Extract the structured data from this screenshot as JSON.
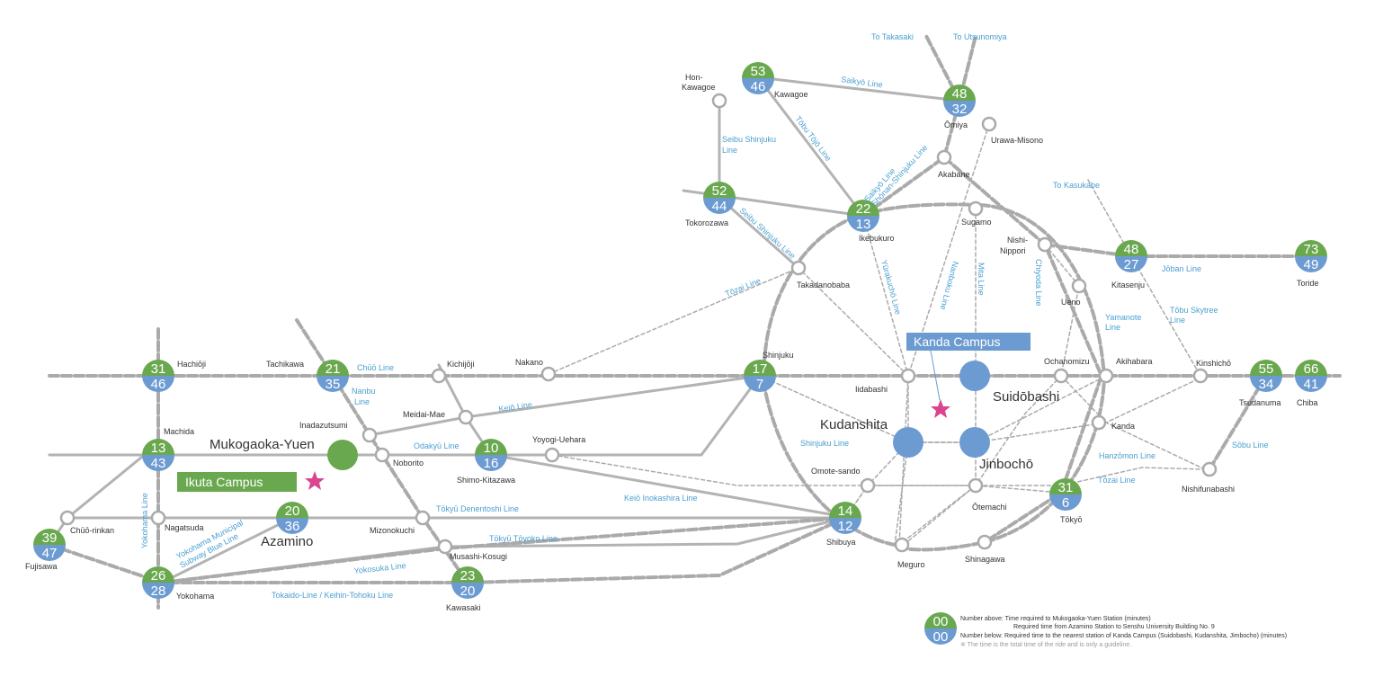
{
  "colors": {
    "green": "#6aa84f",
    "blue": "#6c9bd2",
    "pink": "#d9458f",
    "line": "#b3b3b3",
    "dash": "#aaaaaa",
    "label": "#4a9fd0"
  },
  "campuses": {
    "ikuta": "Ikuta Campus",
    "kanda": "Kanda Campus"
  },
  "major_stations": {
    "mukogaoka": "Mukogaoka-Yuen",
    "azamino": "Azamino",
    "kudanshita": "Kudanshita",
    "jinbocho": "Jinbochō",
    "suidobashi": "Suidōbashi"
  },
  "badges": {
    "kawagoe": {
      "top": "53",
      "bottom": "46",
      "name": "Kawagoe"
    },
    "omiya": {
      "top": "48",
      "bottom": "32",
      "name": "Ōmiya"
    },
    "tokorozawa": {
      "top": "52",
      "bottom": "44",
      "name": "Tokorozawa"
    },
    "ikebukuro": {
      "top": "22",
      "bottom": "13",
      "name": "Ikebukuro"
    },
    "kitasenju": {
      "top": "48",
      "bottom": "27",
      "name": "Kitasenju"
    },
    "toride": {
      "top": "73",
      "bottom": "49",
      "name": "Toride"
    },
    "hachioji": {
      "top": "31",
      "bottom": "46",
      "name": "Hachiōji"
    },
    "tachikawa": {
      "top": "21",
      "bottom": "35",
      "name": "Tachikawa"
    },
    "shinjuku": {
      "top": "17",
      "bottom": "7",
      "name": "Shinjuku"
    },
    "tsudanuma": {
      "top": "55",
      "bottom": "34",
      "name": "Tsudanuma"
    },
    "chiba": {
      "top": "66",
      "bottom": "41",
      "name": "Chiba"
    },
    "machida": {
      "top": "13",
      "bottom": "43",
      "name": "Machida"
    },
    "shimokitazawa": {
      "top": "10",
      "bottom": "16",
      "name": "Shimo-Kitazawa"
    },
    "azamino": {
      "top": "20",
      "bottom": "36",
      "name": ""
    },
    "fujisawa": {
      "top": "39",
      "bottom": "47",
      "name": "Fujisawa"
    },
    "yokohama": {
      "top": "26",
      "bottom": "28",
      "name": "Yokohama"
    },
    "kawasaki": {
      "top": "23",
      "bottom": "20",
      "name": "Kawasaki"
    },
    "shibuya": {
      "top": "14",
      "bottom": "12",
      "name": "Shibuya"
    },
    "tokyo": {
      "top": "31",
      "bottom": "6",
      "name": "Tōkyō"
    },
    "legend": {
      "top": "00",
      "bottom": "00",
      "name": ""
    }
  },
  "stations": {
    "hon_kawagoe_1": "Hon-",
    "hon_kawagoe_2": "Kawagoe",
    "urawa_misono": "Urawa-Misono",
    "akabane": "Akabane",
    "sugamo": "Sugamo",
    "nishi_nippori_1": "Nishi-",
    "nishi_nippori_2": "Nippori",
    "takadanobaba": "Takadanobaba",
    "ueno": "Ueno",
    "nakano": "Nakano",
    "kichijoji": "Kichijōji",
    "iidabashi": "Iidabashi",
    "ochanomizu": "Ochanomizu",
    "akihabara": "Akihabara",
    "kinshicho": "Kinshichō",
    "meidai_mae": "Meidai-Mae",
    "inadazutsumi": "Inadazutsumi",
    "noborito": "Noborito",
    "yoyogi_uehara": "Yoyogi-Uehara",
    "kanda": "Kanda",
    "omote_sando": "Omote-sando",
    "otemachi": "Ōtemachi",
    "nishifunabashi": "Nishifunabashi",
    "chuo_rinkan": "Chūō-rinkan",
    "nagatsuda": "Nagatsuda",
    "mizonokuchi": "Mizonokuchi",
    "musashi_kosugi": "Musashi-Kosugi",
    "meguro": "Meguro",
    "shinagawa": "Shinagawa"
  },
  "lines": {
    "to_takasaki": "To Takasaki",
    "to_utsunomiya": "To Utsunomiya",
    "saikyo": "Saikyō Line",
    "tobu_tojo": "Tōbu Tōjō Line",
    "seibu_shinjuku_1": "Seibu Shinjuku",
    "seibu_shinjuku_2": "Line",
    "seibu_shinjuku_b": "Seibu Shinjuku Line",
    "saikyo_b": "Saikyō Line",
    "shonan_shinjuku": "Shōnan-Shinjuku Line",
    "to_kasukabe": "To Kasukabe",
    "joban": "Jōban Line",
    "tozai_w": "Tōzai Line",
    "yurakucho": "Yūrakuchō Line",
    "namboku": "Nanboku Line",
    "mita": "Mita Line",
    "chiyoda": "Chiyoda Line",
    "yamanote_1": "Yamanote",
    "yamanote_2": "Line",
    "tobu_skytree_1": "Tōbu Skytree",
    "tobu_skytree_2": "Line",
    "chuo": "Chūō Line",
    "nanbu_1": "Nanbu",
    "nanbu_2": "Line",
    "keio": "Keiō Line",
    "odakyu": "Odakyū Line",
    "shinjuku_line": "Shinjuku Line",
    "hanzomon": "Hanzōmon Line",
    "tozai_e": "Tōzai Line",
    "sobu": "Sōbu Line",
    "keio_inokashira": "Keiō Inokashira Line",
    "tokyu_denentoshi": "Tōkyū Denentoshi Line",
    "tokyu_toyoko": "Tōkyū Tōyoko Line",
    "yokohama_line": "Yokohama Line",
    "yokohama_subway_1": "Yokohama Municipal",
    "yokohama_subway_2": "Subway Blue Line",
    "yokosuka": "Yokosuka Line",
    "tokaido": "Tokaido-Line / Keihin-Tohoku Line"
  },
  "legend": {
    "line1": "Number above: Time required to Mukogaoka-Yuen Station (minutes)",
    "line2": "Required time from Azamino Station to Senshu University Building No. 9",
    "line3": "Number below: Required time to the nearest station of Kanda Campus (Suidobashi, Kudanshita, Jimbocho) (minutes)",
    "note": "※ The time is the total time of the ride and is only a guideline."
  }
}
